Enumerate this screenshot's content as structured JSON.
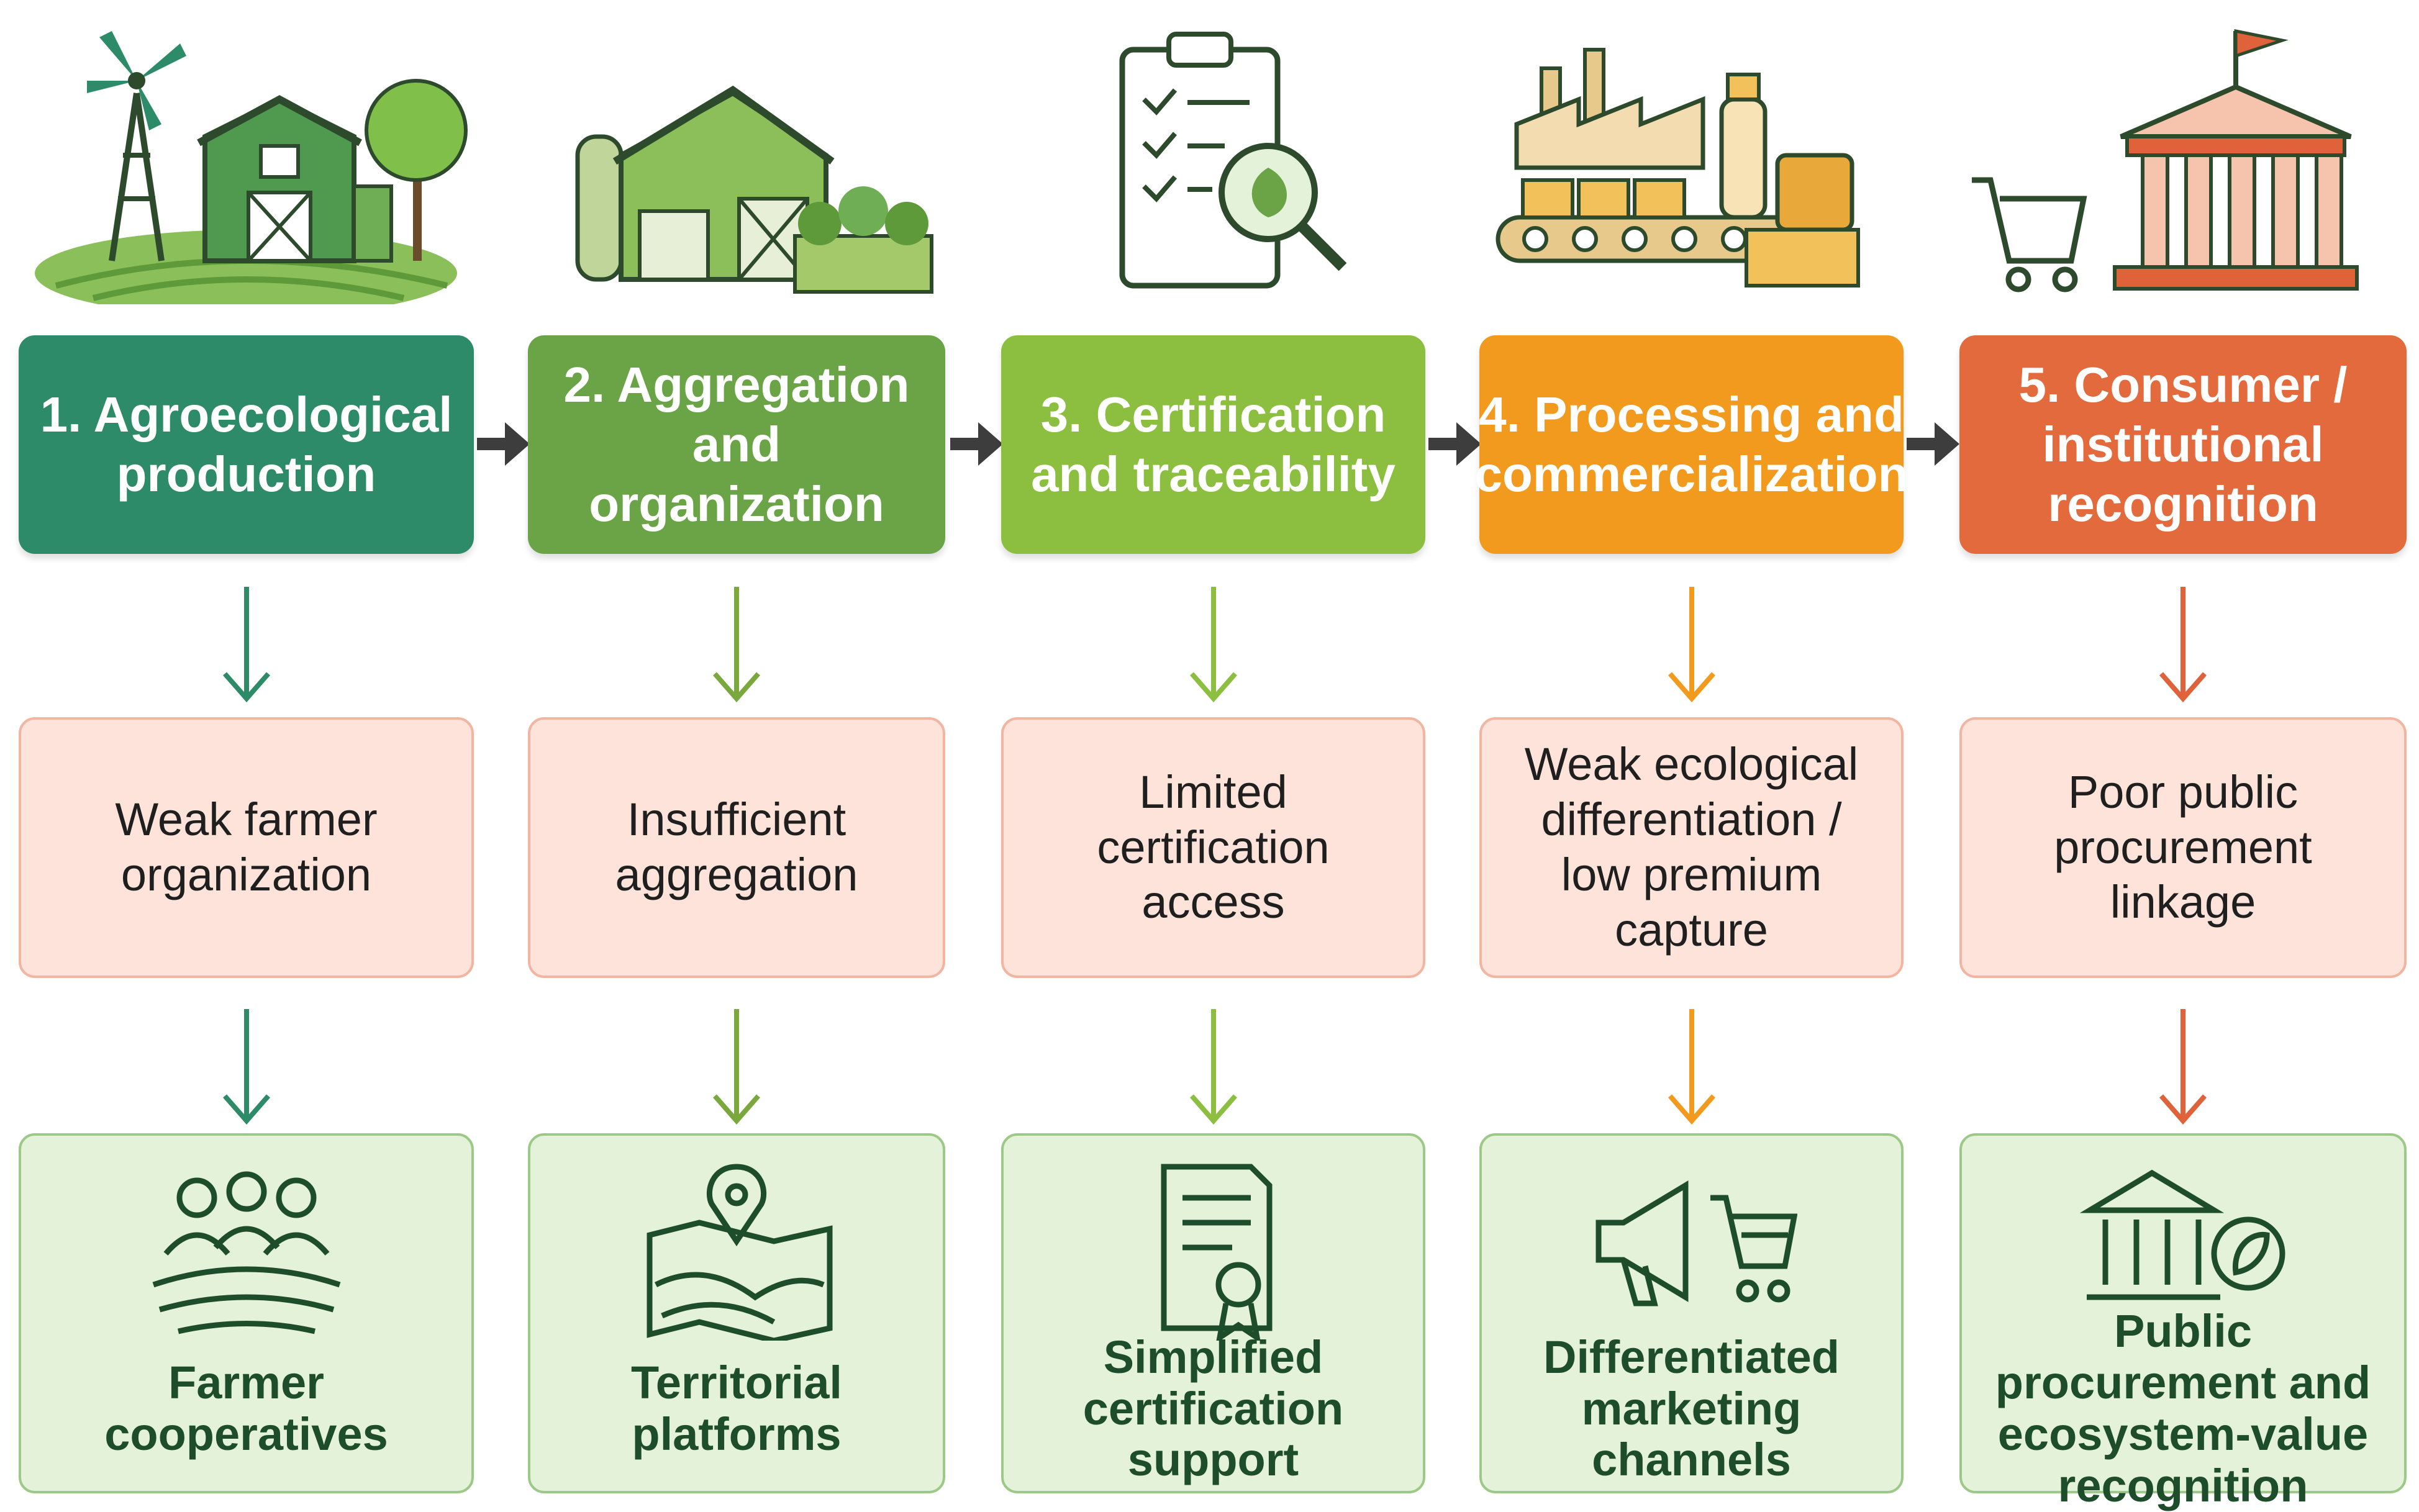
{
  "stages": [
    {
      "label": "1. Agroecological production",
      "problem": "Weak farmer organization",
      "solution": "Farmer cooperatives",
      "color": "#2e8b6a",
      "arrow_color": "#2e8b6a"
    },
    {
      "label": "2. Aggregation and organization",
      "problem": "Insufficient aggregation",
      "solution": "Territorial platforms",
      "color": "#6aa447",
      "arrow_color": "#7aa83c"
    },
    {
      "label": "3. Certification and traceability",
      "problem": "Limited certification access",
      "solution": "Simplified certification support",
      "color": "#8cbf3f",
      "arrow_color": "#8cbf3f"
    },
    {
      "label": "4. Processing and commercialization",
      "problem": "Weak ecological differentiation / low premium capture",
      "solution": "Differentiated marketing channels",
      "color": "#f29a1e",
      "arrow_color": "#f29a1e"
    },
    {
      "label": "5. Consumer / institutional recognition",
      "problem": "Poor public procurement linkage",
      "solution": "Public procurement and ecosystem-value recognition",
      "color": "#e26a3c",
      "arrow_color": "#e0623a"
    }
  ],
  "icons": {
    "illustrations": [
      "farm-windmill-barn-icon",
      "barn-silo-crates-icon",
      "checklist-magnifier-leaf-icon",
      "factory-conveyor-products-icon",
      "cart-government-building-icon"
    ],
    "solutions": [
      "farmer-group-fields-icon",
      "map-pin-territory-icon",
      "certificate-ribbon-icon",
      "megaphone-cart-icon",
      "institution-leaf-icon"
    ]
  },
  "colors": {
    "problem_fill": "#fde3d9",
    "problem_border": "#f1b5a1",
    "solution_fill": "#e4f2d9",
    "solution_border": "#9cc987",
    "solution_text": "#1e4d2b",
    "connector": "#3d3d3d"
  }
}
